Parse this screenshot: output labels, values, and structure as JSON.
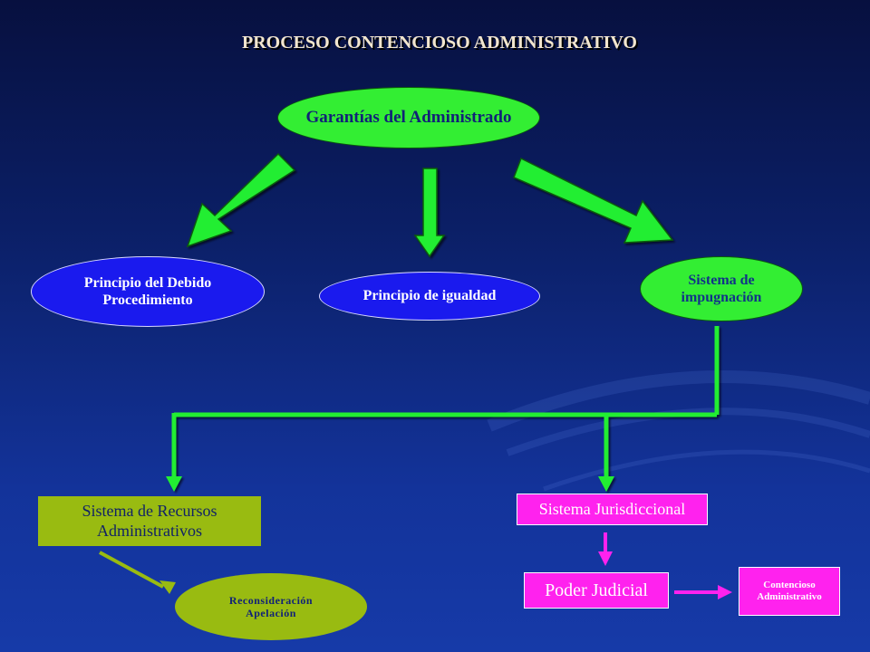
{
  "title": "PROCESO CONTENCIOSO ADMINISTRATIVO",
  "nodes": {
    "garantias": "Garantías del Administrado",
    "debido_line1": "Principio del Debido",
    "debido_line2": "Procedimiento",
    "igualdad": "Principio de igualdad",
    "impugnacion_line1": "Sistema de",
    "impugnacion_line2": "impugnación",
    "recursos_line1": "Sistema de Recursos",
    "recursos_line2": "Administrativos",
    "reconsideracion_line1": "Reconsideración",
    "reconsideracion_line2": "Apelación",
    "jurisdiccional": "Sistema Jurisdiccional",
    "poder_judicial": "Poder Judicial",
    "contencioso_line1": "Contencioso",
    "contencioso_line2": "Administrativo"
  },
  "colors": {
    "background": "#0b1f66",
    "green_arrow": "#22ee33",
    "magenta_arrow": "#ff22ee",
    "olive_arrow": "#99bb11"
  }
}
